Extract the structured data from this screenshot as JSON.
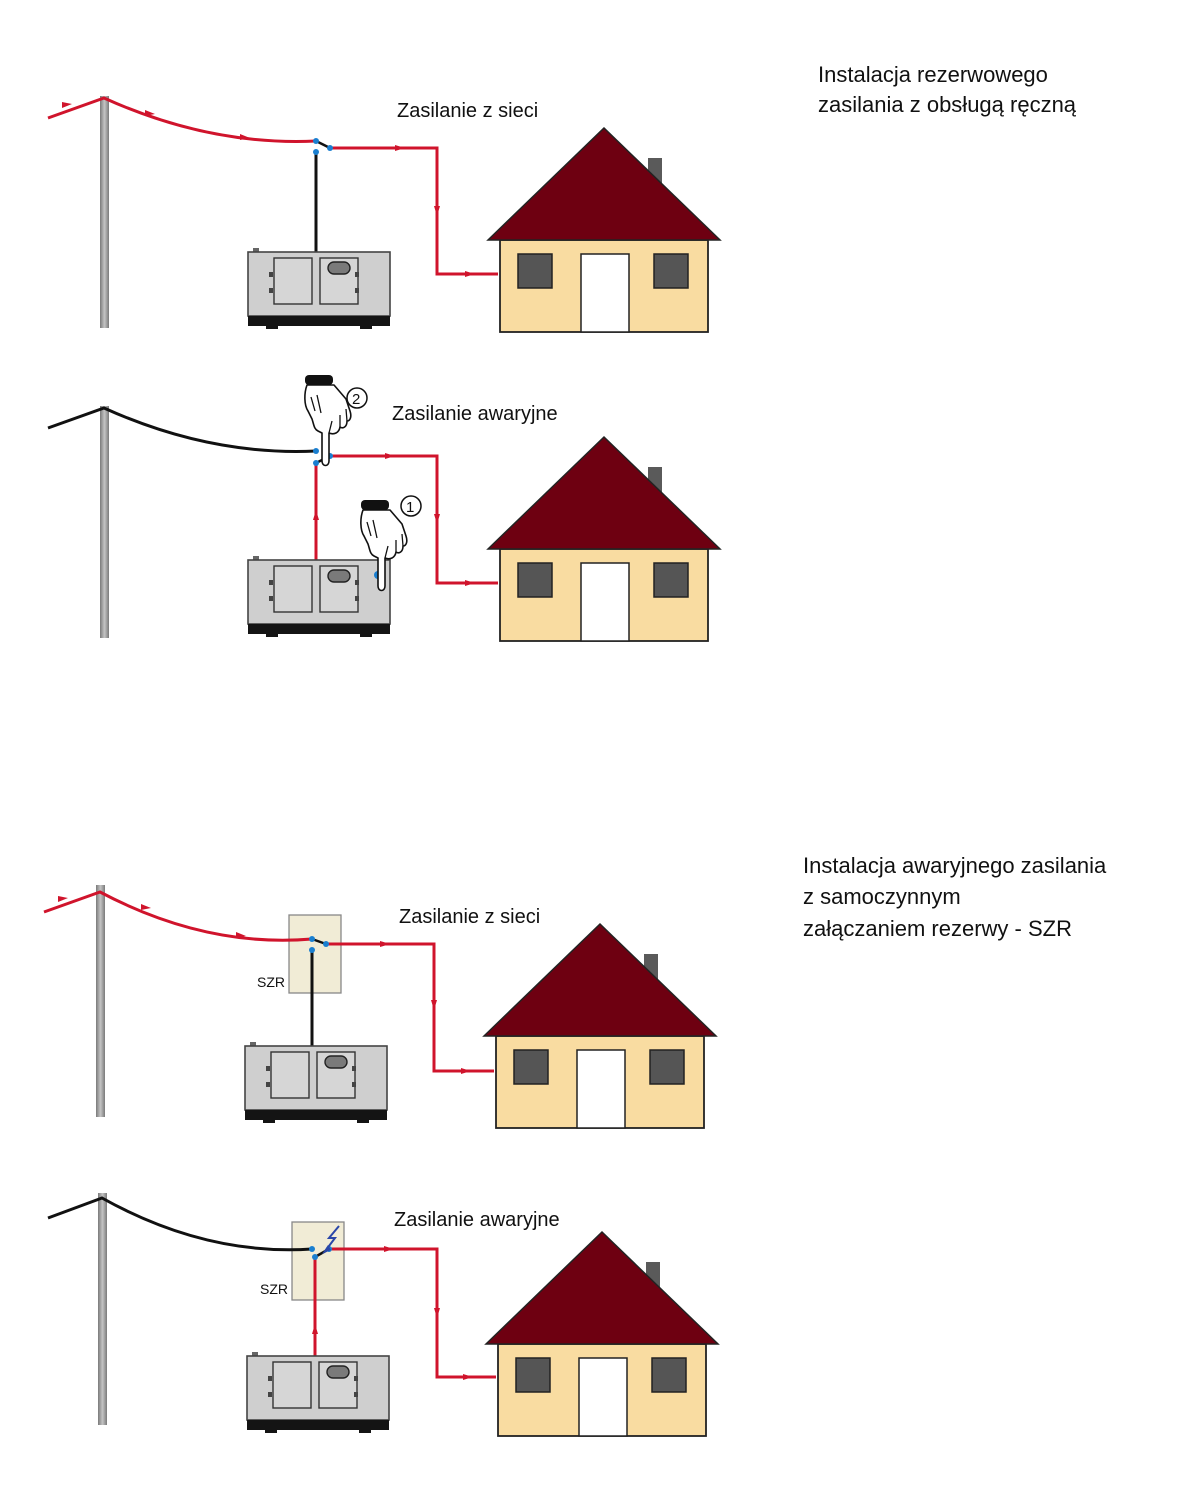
{
  "sections": [
    {
      "title_lines": [
        "Instalacja rezerwowego",
        "zasilania z obsługą ręczną"
      ],
      "states": [
        "Zasilanie z sieci",
        "Zasilanie awaryjne"
      ],
      "steps": [
        "1",
        "2"
      ]
    },
    {
      "title_lines": [
        "Instalacja awaryjnego zasilania",
        "z samoczynnym",
        "załączaniem rezerwy - SZR"
      ],
      "states": [
        "Zasilanie z sieci",
        "Zasilanie awaryjne"
      ],
      "box_label": "SZR"
    }
  ],
  "colors": {
    "live_wire": "#d0142c",
    "dead_wire": "#111111",
    "roof": "#6e0011",
    "wall": "#f9dca1",
    "window": "#555555",
    "door": "#ffffff",
    "generator": "#cfcfcf",
    "switch_contact": "#1a7fd0",
    "szr_box": "#f1ecd6",
    "pole": "#9a9a9a"
  },
  "icons": [
    "utility-pole-icon",
    "generator-icon",
    "house-icon",
    "hand-pointer-icon",
    "lightning-icon",
    "transfer-switch-icon"
  ]
}
